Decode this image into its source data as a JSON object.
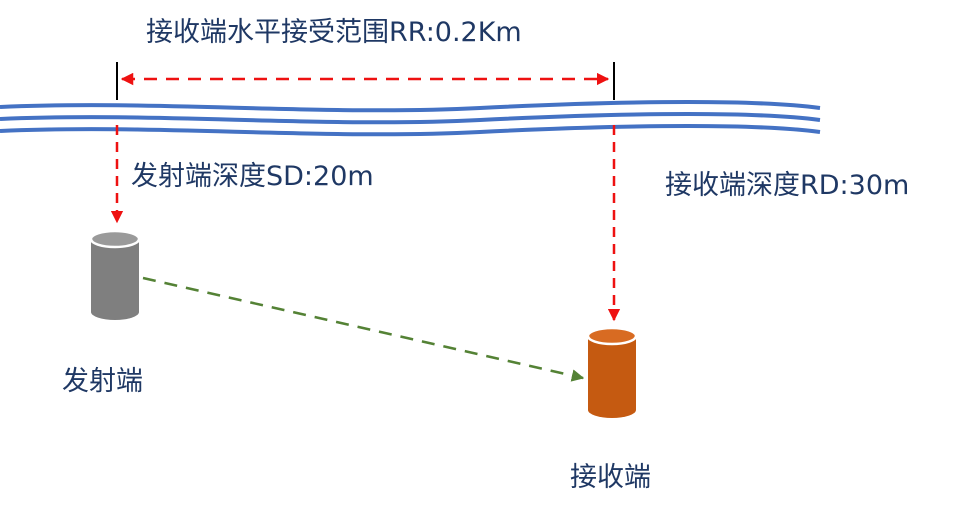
{
  "labels": {
    "range": "接收端水平接受范围RR:0.2Km",
    "source_depth": "发射端深度SD:20m",
    "receiver_depth": "接收端深度RD:30m",
    "source": "发射端",
    "receiver": "接收端"
  },
  "colors": {
    "label_text": "#1f3864",
    "sea_surface": "#4472c4",
    "red_arrow": "#ee1111",
    "green_arrow": "#548235",
    "source_body": "#7f7f7f",
    "receiver_body": "#c55a11"
  }
}
